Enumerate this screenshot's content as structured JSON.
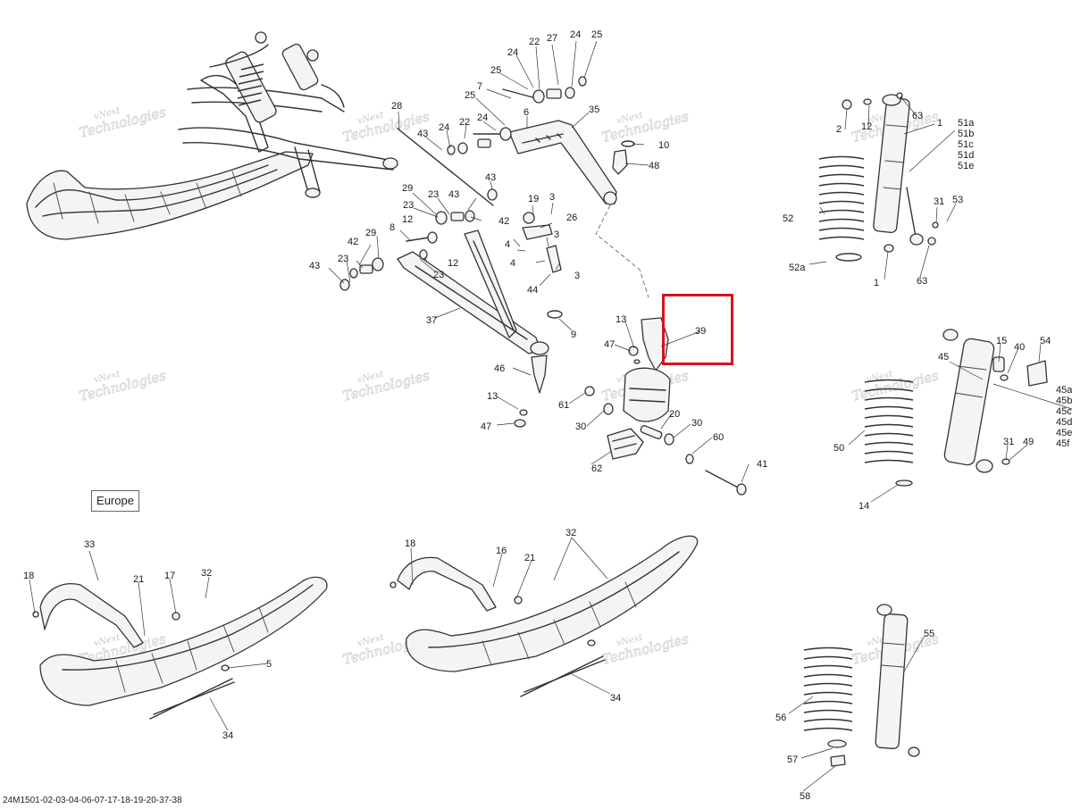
{
  "diagram": {
    "region_label": "Europe",
    "document_code": "24M1501-02-03-04-06-07-17-18-19-20-37-38",
    "highlighted_part": "39",
    "highlight_color": "#d9121a",
    "watermark": {
      "line1": "vNext",
      "line2": "Technologies"
    }
  },
  "callouts": [
    "22",
    "27",
    "24",
    "25",
    "24",
    "25",
    "7",
    "25",
    "28",
    "24",
    "6",
    "35",
    "22",
    "43",
    "24",
    "10",
    "48",
    "43",
    "29",
    "23",
    "43",
    "19",
    "3",
    "23",
    "26",
    "12",
    "42",
    "8",
    "4",
    "3",
    "29",
    "42",
    "23",
    "12",
    "4",
    "43",
    "23",
    "3",
    "44",
    "37",
    "9",
    "13",
    "47",
    "46",
    "13",
    "47",
    "39",
    "61",
    "30",
    "20",
    "30",
    "60",
    "62",
    "41",
    "2",
    "12",
    "63",
    "1",
    "51a",
    "51b",
    "51c",
    "51d",
    "51e",
    "52",
    "31",
    "53",
    "52a",
    "1",
    "63",
    "15",
    "40",
    "54",
    "45",
    "45a",
    "45b",
    "45c",
    "45d",
    "45e",
    "45f",
    "50",
    "31",
    "49",
    "14",
    "33",
    "18",
    "21",
    "17",
    "32",
    "5",
    "34",
    "18",
    "16",
    "21",
    "32",
    "34",
    "55",
    "56",
    "57",
    "58"
  ]
}
